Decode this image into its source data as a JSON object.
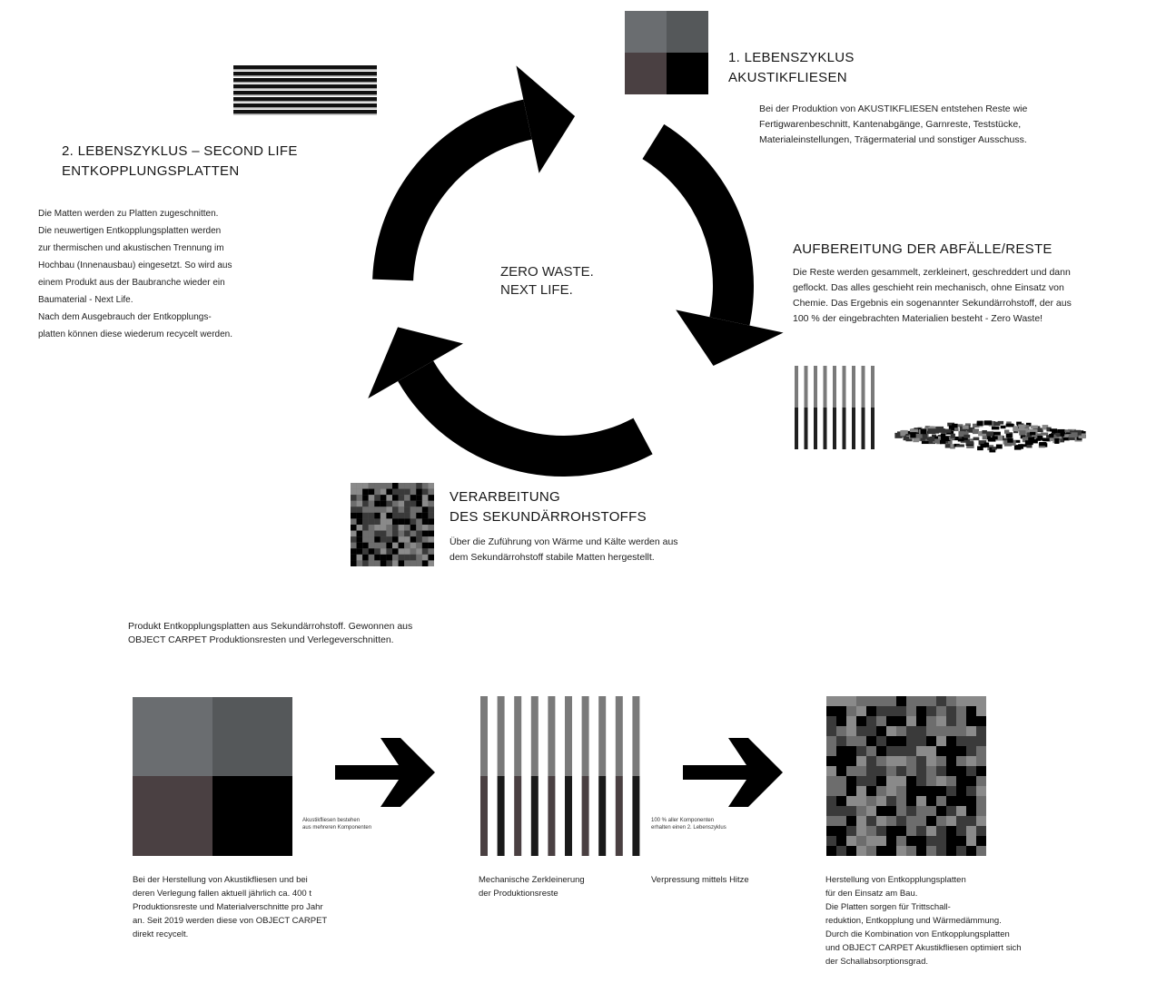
{
  "cycle": {
    "center_lines": [
      "ZERO WASTE.",
      "NEXT LIFE."
    ]
  },
  "section1": {
    "title_lines": [
      "1. LEBENSZYKLUS",
      "AKUSTIKFLIESEN"
    ],
    "text_lines": [
      "Bei der Produktion von AKUSTIKFLIESEN entstehen Reste  wie",
      "Fertigwarenbeschnitt, Kantenabgänge, Garnreste, Teststücke,",
      "Materialeinstellungen, Trägermaterial und sonstiger Ausschuss."
    ]
  },
  "section2": {
    "title_lines": [
      "AUFBEREITUNG DER ABFÄLLE/RESTE"
    ],
    "text_lines": [
      "Die Reste werden gesammelt, zerkleinert, geschreddert und dann",
      "geflockt. Das alles geschieht rein mechanisch, ohne Einsatz von",
      "Chemie. Das Ergebnis ein sogenannter Sekundärrohstoff, der aus",
      "100 % der eingebrachten Materialien besteht - Zero Waste!"
    ]
  },
  "section3": {
    "title_lines": [
      "VERARBEITUNG",
      "DES SEKUNDÄRROHSTOFFS"
    ],
    "text_lines": [
      "Über die Zuführung von Wärme und Kälte werden aus",
      "dem Sekundärrohstoff stabile Matten hergestellt."
    ]
  },
  "section4": {
    "title_lines": [
      "2. LEBENSZYKLUS – SECOND LIFE",
      "ENTKOPPLUNGSPLATTEN"
    ],
    "text_lines": [
      "Die Matten werden zu Platten zugeschnitten.",
      "Die neuwertigen Entkopplungsplatten werden",
      "zur thermischen und akustischen Trennung im",
      "Hochbau (Innenausbau) eingesetzt. So wird aus",
      "einem Produkt aus der Baubranche wieder ein",
      "Baumaterial - Next Life.",
      "Nach dem Ausgebrauch der Entkopplungs-",
      "platten können diese wiederum recycelt werden."
    ]
  },
  "product": {
    "intro_lines": [
      "Produkt Entkopplungsplatten aus Sekundärrohstoff. Gewonnen aus",
      "OBJECT CARPET Produktionsresten und Verlegeverschnitten."
    ],
    "note1_lines": [
      "Akustikfliesen bestehen",
      "aus mehreren Komponenten"
    ],
    "note2_lines": [
      "100 % aller Komponenten",
      "erhalten einen 2. Lebenszyklus"
    ],
    "caption1_lines": [
      "Bei der Herstellung von Akustikfliesen und bei",
      "deren Verlegung fallen aktuell jährlich ca. 400 t",
      "Produktionsreste und Materialverschnitte pro Jahr",
      "an. Seit 2019 werden diese von OBJECT CARPET",
      "direkt recycelt."
    ],
    "caption2_lines": [
      "Mechanische Zerkleinerung",
      "der Produktionsreste"
    ],
    "caption3_lines": [
      "Verpressung mittels Hitze"
    ],
    "caption4_lines": [
      "Herstellung von Entkopplungsplatten",
      "für den Einsatz am Bau.",
      "Die Platten sorgen für Trittschall-",
      "reduktion, Entkopplung und Wärmedämmung.",
      "Durch die Kombination von Entkopplungsplatten",
      "und OBJECT CARPET Akustikfliesen optimiert sich",
      "der Schallabsorptionsgrad."
    ]
  },
  "colors": {
    "tile_tl": "#6a6d70",
    "tile_tr": "#55585a",
    "tile_bl": "#4a4042",
    "tile_br": "#000000",
    "stripe_gray": "#7a7a7a",
    "stripe_dark": "#2a2a2a"
  }
}
